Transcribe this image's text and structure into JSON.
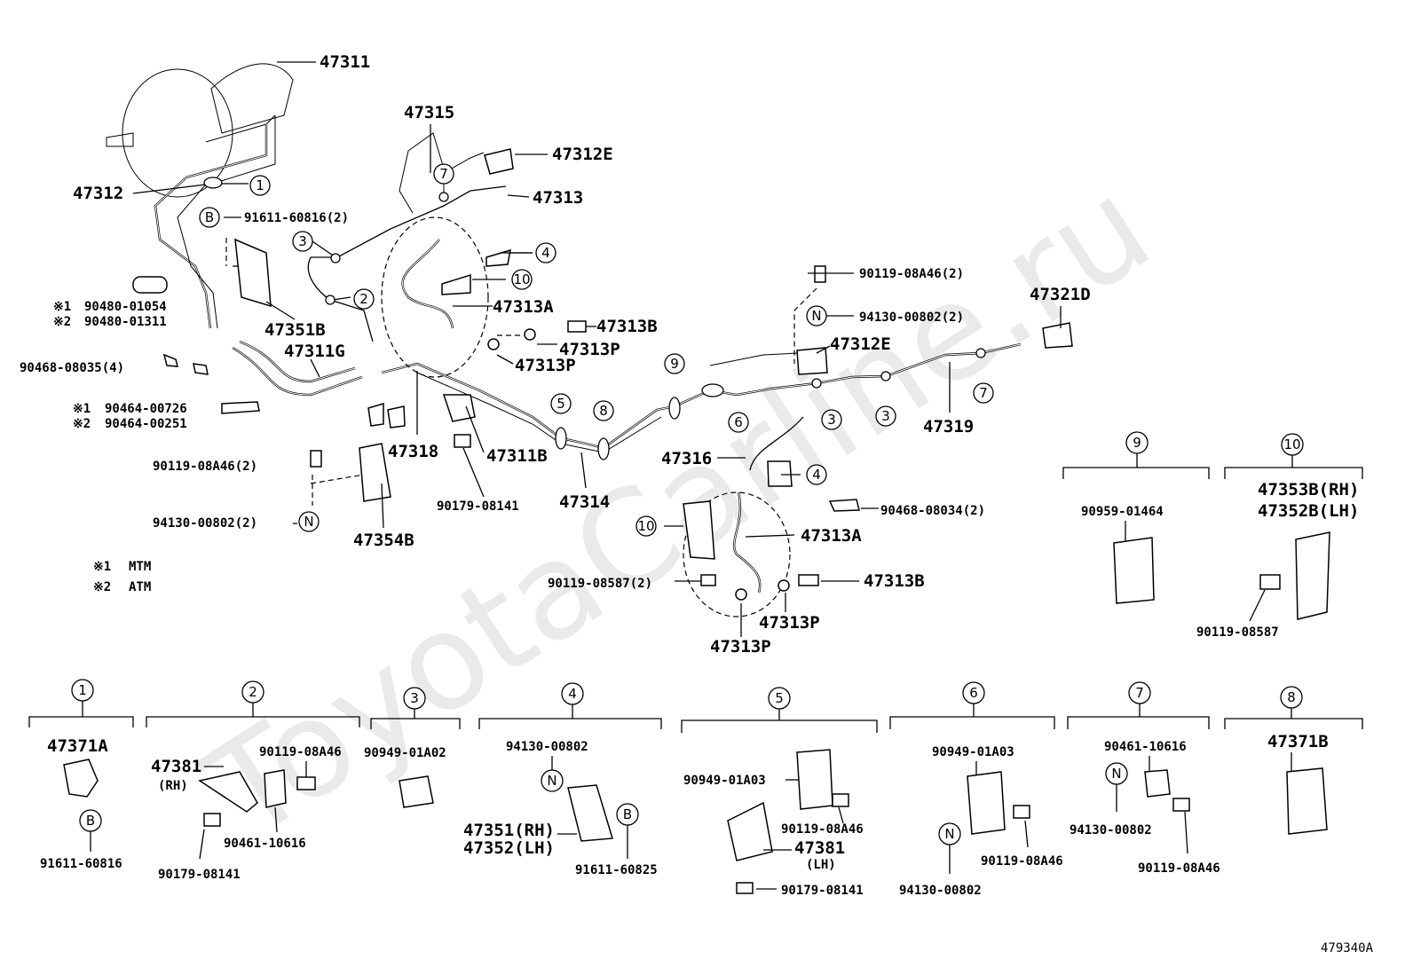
{
  "watermark": "ToyotaCarline.ru",
  "figure_code": "479340A",
  "legend": [
    {
      "mark": "※1",
      "text": "MTM"
    },
    {
      "mark": "※2",
      "text": "ATM"
    }
  ],
  "main_labels": {
    "p47311": "47311",
    "p47315": "47315",
    "p47312E_top": "47312E",
    "p47312": "47312",
    "p47313": "47313",
    "B_91611_60816_2": "91611-60816(2)",
    "p47313A_top": "47313A",
    "p47313B_top": "47313B",
    "p47313P_a": "47313P",
    "p47313P_b": "47313P",
    "p47351B": "47351B",
    "p47311G": "47311G",
    "s1_90480_01054": "90480-01054",
    "s2_90480_01311": "90480-01311",
    "p90468_08035_4": "90468-08035(4)",
    "s1_90464_00726": "90464-00726",
    "s2_90464_00251": "90464-00251",
    "p47318": "47318",
    "p47311B": "47311B",
    "p90119_08A46_2_left": "90119-08A46(2)",
    "p94130_00802_2_left": "94130-00802(2)",
    "p47354B": "47354B",
    "p90179_08141": "90179-08141",
    "p47314": "47314",
    "p90119_08A46_2_right": "90119-08A46(2)",
    "p94130_00802_2_right": "94130-00802(2)",
    "p47312E_mid": "47312E",
    "p47321D": "47321D",
    "p47319": "47319",
    "p47316": "47316",
    "p90468_08034_2": "90468-08034(2)",
    "p47313A_bottom": "47313A",
    "p90119_08587_2": "90119-08587(2)",
    "p47313B_bottom": "47313B",
    "p47313P_c": "47313P",
    "p47313P_d": "47313P"
  },
  "clamp_callouts": [
    "1",
    "2",
    "3",
    "4",
    "5",
    "6",
    "7",
    "8",
    "9",
    "10"
  ],
  "letter_callouts": {
    "B": "B",
    "N": "N"
  },
  "detail_groups": {
    "g9": {
      "num": "9",
      "parts": [
        "90959-01464"
      ]
    },
    "g10": {
      "num": "10",
      "parts": [
        "47353B(RH)",
        "47352B(LH)",
        "90119-08587"
      ]
    },
    "g1": {
      "num": "1",
      "parts": [
        "47371A",
        "91611-60816"
      ]
    },
    "g2": {
      "num": "2",
      "parts": [
        "47381",
        "(RH)",
        "90119-08A46",
        "90461-10616",
        "90179-08141"
      ]
    },
    "g3": {
      "num": "3",
      "parts": [
        "90949-01A02"
      ]
    },
    "g4": {
      "num": "4",
      "parts": [
        "94130-00802",
        "47351(RH)",
        "47352(LH)",
        "91611-60825"
      ]
    },
    "g5": {
      "num": "5",
      "parts": [
        "90949-01A03",
        "90119-08A46",
        "47381",
        "(LH)",
        "90179-08141"
      ]
    },
    "g6": {
      "num": "6",
      "parts": [
        "90949-01A03",
        "90119-08A46",
        "94130-00802"
      ]
    },
    "g7": {
      "num": "7",
      "parts": [
        "90461-10616",
        "94130-00802",
        "90119-08A46"
      ]
    },
    "g8": {
      "num": "8",
      "parts": [
        "47371B"
      ]
    }
  }
}
